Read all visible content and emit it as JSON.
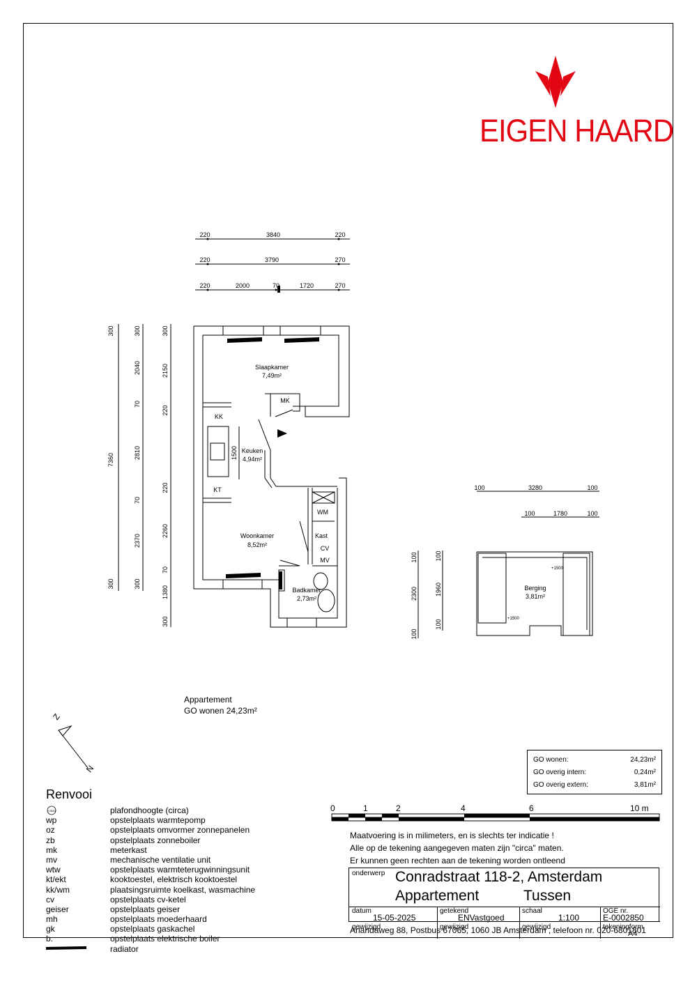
{
  "logo": {
    "name": "EIGEN HAARD",
    "color": "#e30613"
  },
  "plan": {
    "dims_top": {
      "row1": [
        "220",
        "3840",
        "220"
      ],
      "row2": [
        "220",
        "3790",
        "270"
      ],
      "row3": [
        "220",
        "2000",
        "70",
        "1720",
        "270"
      ]
    },
    "dims_left": {
      "outer": [
        "300",
        "7360",
        "300"
      ],
      "middle": [
        "300",
        "2040",
        "70",
        "2810",
        "70",
        "2370",
        "300"
      ],
      "inner": [
        "300",
        "2150",
        "220",
        "220",
        "2260",
        "70",
        "1380",
        "300"
      ]
    },
    "keuken_dim": "1500",
    "rooms": {
      "slaapkamer": {
        "name": "Slaapkamer",
        "area": "7,49m²"
      },
      "keuken": {
        "name": "Keuken",
        "area": "4,94m²"
      },
      "woonkamer": {
        "name": "Woonkamer",
        "area": "8,52m²"
      },
      "badkamer": {
        "name": "Badkamer",
        "area": "2,73m²"
      },
      "berging": {
        "name": "Berging",
        "area": "3,81m²"
      }
    },
    "labels": {
      "mk": "MK",
      "kk": "KK",
      "kt": "KT",
      "wm": "WM",
      "kast": "Kast",
      "cv": "CV",
      "mv": "MV"
    },
    "berging_dims": {
      "top1": [
        "100",
        "3280",
        "100"
      ],
      "top2": [
        "100",
        "1780",
        "100"
      ],
      "left1": [
        "100",
        "2300",
        "100"
      ],
      "left2": [
        "100",
        "1960",
        "100"
      ],
      "height_marks": [
        "+1500",
        "+1500"
      ]
    }
  },
  "appartement": {
    "line1": "Appartement",
    "line2": "GO wonen 24,23m²"
  },
  "compass": {
    "n": "N",
    "z": "Z"
  },
  "summary": [
    {
      "label": "GO wonen:",
      "value": "24,23m²"
    },
    {
      "label": "GO overig intern:",
      "value": "0,24m²"
    },
    {
      "label": "GO overig extern:",
      "value": "3,81m²"
    }
  ],
  "renvooi": {
    "title": "Renvooi",
    "symbol": "+2540",
    "items": [
      {
        "abbr": "",
        "desc": "plafondhoogte (circa)"
      },
      {
        "abbr": "wp",
        "desc": "opstelplaats warmtepomp"
      },
      {
        "abbr": "oz",
        "desc": "opstelplaats omvormer zonnepanelen"
      },
      {
        "abbr": "zb",
        "desc": "opstelplaats zonneboiler"
      },
      {
        "abbr": "mk",
        "desc": "meterkast"
      },
      {
        "abbr": "mv",
        "desc": "mechanische ventilatie unit"
      },
      {
        "abbr": "wtw",
        "desc": "opstelplaats warmteterugwinningsunit"
      },
      {
        "abbr": "kt/ekt",
        "desc": "kooktoestel, elektrisch kooktoestel"
      },
      {
        "abbr": "kk/wm",
        "desc": "plaatsingsruimte koelkast, wasmachine"
      },
      {
        "abbr": "cv",
        "desc": "opstelplaats cv-ketel"
      },
      {
        "abbr": "geiser",
        "desc": "opstelplaats geiser"
      },
      {
        "abbr": "mh",
        "desc": "opstelplaats moederhaard"
      },
      {
        "abbr": "gk",
        "desc": "opstelplaats gaskachel"
      },
      {
        "abbr": "b.",
        "desc": "opstelplaats elektrische boiler"
      },
      {
        "abbr": "",
        "desc": "radiator"
      }
    ]
  },
  "scale_bar": {
    "labels": [
      "0",
      "1",
      "2",
      "4",
      "6",
      "10  m"
    ]
  },
  "notes": [
    "Maatvoering is in milimeters, en is slechts ter indicatie !",
    "Alle op de tekening aangegeven maten zijn \"circa\" maten.",
    "Er kunnen geen rechten aan de tekening worden ontleend"
  ],
  "titleblock": {
    "onderwerp_label": "onderwerp",
    "title": "Conradstraat 118-2, Amsterdam",
    "sub_left": "Appartement",
    "sub_right": "Tussen",
    "datum_label": "datum",
    "datum": "15-05-2025",
    "getekend_label": "getekend",
    "getekend": "ENVastgoed",
    "schaal_label": "schaal",
    "schaal": "1:100",
    "oge_label": "OGE nr.",
    "oge": "E-0002850",
    "gewijzigd1": "gewijzigd",
    "gewijzigd2": "gewijzigd",
    "gewijzigd3": "gewijzigd",
    "tekeningform_label": "tekeningform",
    "tekeningform": "A4"
  },
  "address": "Arlandaweg 88, Postbus 67065, 1060 JB Amsterdam , telefoon nr. 020-6801801"
}
